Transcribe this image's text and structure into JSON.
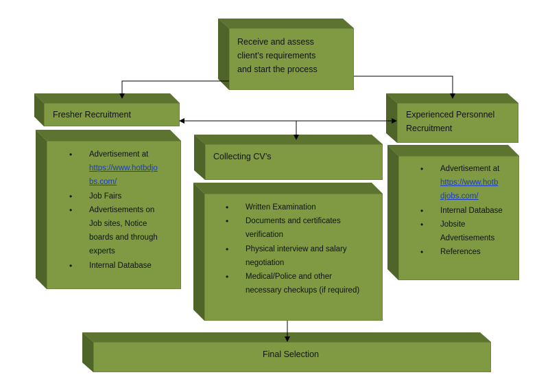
{
  "start": {
    "text_lines": [
      "Receive and assess",
      "client’s requirements",
      "and start the process"
    ]
  },
  "fresher": {
    "title": "Fresher Recruitment",
    "items": {
      "advert_label": "Advertisement at",
      "advert_link_line1": "https://www.hotbdjo",
      "advert_link_line2": "bs.com/",
      "job_fairs": "Job Fairs",
      "ads_line1": "Advertisements on",
      "ads_line2": "Job sites, Notice",
      "ads_line3": "boards and through",
      "ads_line4": "experts",
      "internal_db": "Internal Database"
    }
  },
  "experienced": {
    "title_lines": [
      "Experienced Personnel",
      "Recruitment"
    ],
    "items": {
      "advert_label": "Advertisement at",
      "advert_link_line1": "https://www.hotb",
      "advert_link_line2": "djobs.com/",
      "internal_db": "Internal Database",
      "jobsite_line1": "Jobsite",
      "jobsite_line2": "Advertisements",
      "references": "References"
    }
  },
  "collecting": {
    "title": "Collecting CV’s",
    "items": {
      "written": "Written Examination",
      "docs_line1": "Documents and certificates",
      "docs_line2": "verification",
      "phys_line1": "Physical interview and salary",
      "phys_line2": "negotiation",
      "med_line1": "Medical/Police and other",
      "med_line2": "necessary checkups (if required)"
    }
  },
  "final": {
    "title": "Final Selection"
  },
  "colors": {
    "face": "#7f9a43",
    "top": "#5d7330",
    "side": "#4f6428",
    "link": "#1a3dc4"
  }
}
